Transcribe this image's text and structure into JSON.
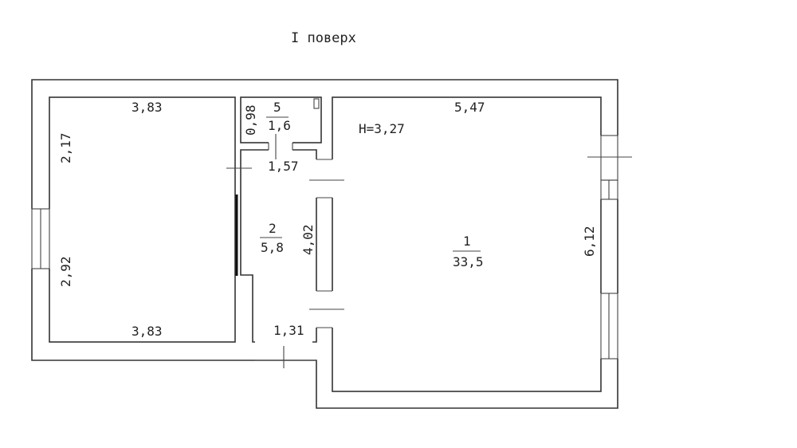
{
  "title": "І поверх",
  "rooms": [
    {
      "number": "1",
      "area": "33,5",
      "width": "5,47",
      "length": "6,12",
      "height": "H=3,27"
    },
    {
      "number": "2",
      "area": "5,8",
      "width": "1,57",
      "length": "4,02",
      "width_bottom": "1,31"
    },
    {
      "number": "5",
      "area": "1,6",
      "width": "0,98"
    }
  ],
  "left_room": {
    "top": "3,83",
    "bottom": "3,83",
    "left_upper": "2,17",
    "left_lower": "2,92"
  }
}
